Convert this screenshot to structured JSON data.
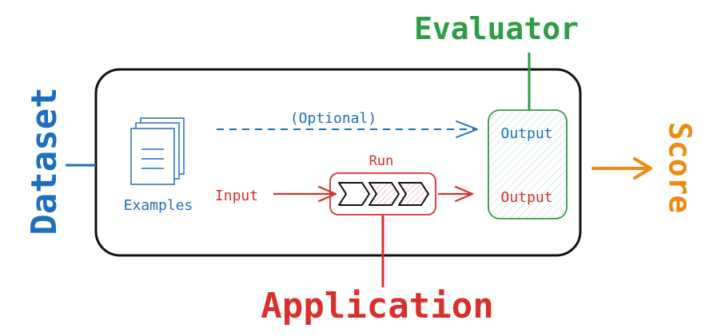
{
  "labels": {
    "evaluator": "Evaluator",
    "dataset": "Dataset",
    "score": "Score",
    "application": "Application",
    "examples": "Examples",
    "optional": "(Optional)",
    "run": "Run",
    "input": "Input",
    "output_reference": "Output",
    "output_app": "Output"
  },
  "colors": {
    "dataset_blue": "#1f6fbf",
    "evaluator_green": "#2e9e44",
    "score_orange": "#ee8a12",
    "application_red": "#d9302c",
    "frame_black": "#111111"
  },
  "icons": {
    "examples": "document-stack-icon",
    "run": "chevron-pipeline-icon",
    "score_arrow": "arrow-right-icon"
  }
}
